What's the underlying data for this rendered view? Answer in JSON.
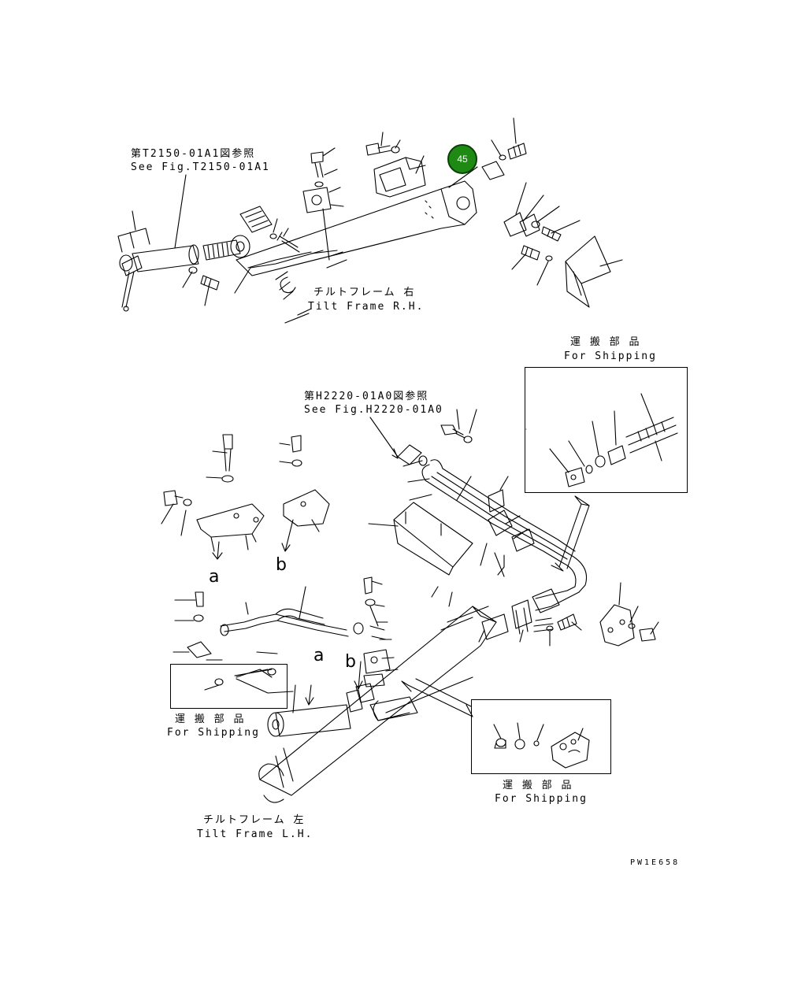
{
  "callout": {
    "label": "45",
    "color": "#1e8a14"
  },
  "top": {
    "ref_jp": "第T2150-01A1図参照",
    "ref_en": "See Fig.T2150-01A1",
    "frame_jp": "チルトフレーム 右",
    "frame_en": "Tilt Frame R.H."
  },
  "middle": {
    "ref_jp": "第H2220-01A0図参照",
    "ref_en": "See Fig.H2220-01A0"
  },
  "shipping": {
    "top_right_jp": "運 搬 部 品",
    "top_right_en": "For Shipping",
    "left_jp": "運 搬 部 品",
    "left_en": "For Shipping",
    "bottom_jp": "運 搬 部 品",
    "bottom_en": "For Shipping"
  },
  "markers": {
    "a1": "a",
    "b1": "b",
    "a2": "a",
    "b2": "b"
  },
  "bottom": {
    "frame_jp": "チルトフレーム 左",
    "frame_en": "Tilt Frame L.H."
  },
  "drawing_no": "PW1E658"
}
